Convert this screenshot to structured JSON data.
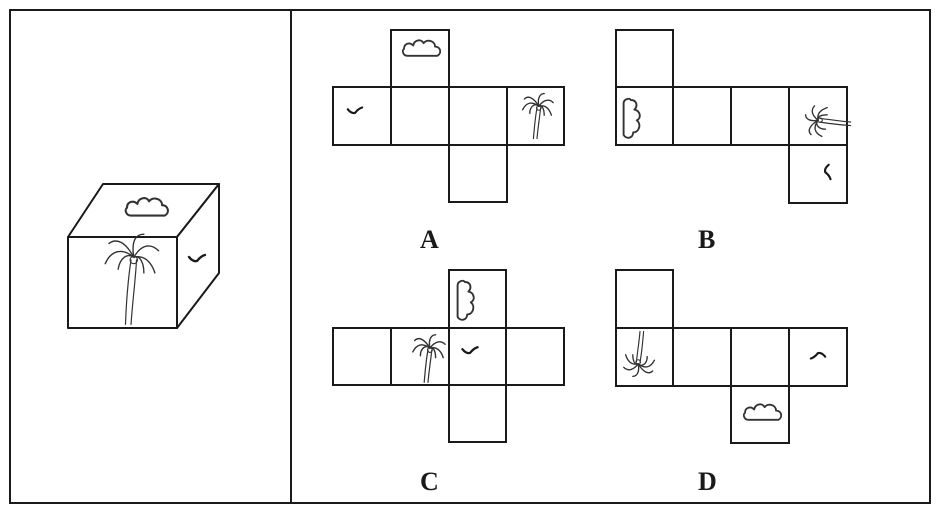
{
  "options": [
    {
      "id": "A",
      "label": "A"
    },
    {
      "id": "B",
      "label": "B"
    },
    {
      "id": "C",
      "label": "C"
    },
    {
      "id": "D",
      "label": "D"
    }
  ],
  "icons": {
    "cloud": "cloud-icon",
    "bird": "bird-icon",
    "palm": "palm-tree-icon"
  },
  "colors": {
    "line": "#1a1a1a",
    "background": "#ffffff"
  }
}
